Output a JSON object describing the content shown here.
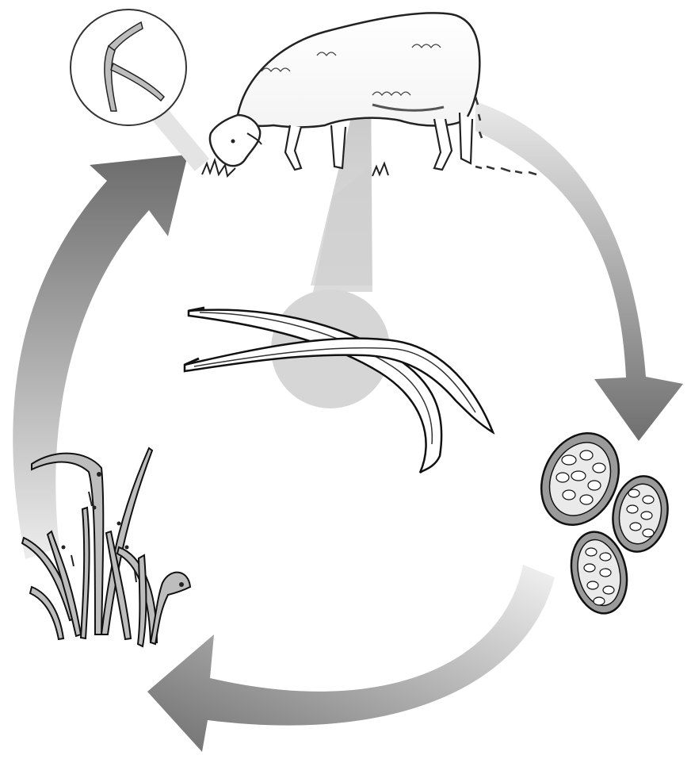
{
  "diagram": {
    "type": "life-cycle",
    "stages": [
      {
        "id": "infective-larva",
        "icon": "larva-magnified-icon"
      },
      {
        "id": "host-grazing",
        "icon": "sheep-icon"
      },
      {
        "id": "adult-worms",
        "icon": "adult-worms-icon"
      },
      {
        "id": "eggs",
        "icon": "eggs-icon"
      },
      {
        "id": "larvae-on-grass",
        "icon": "grass-larvae-icon"
      }
    ],
    "colors": {
      "arrow_dark": "#777777",
      "arrow_light": "#e6e6e6",
      "beam": "#cccccc",
      "egg_fill": "#9a9a9a",
      "outline": "#1a1a1a"
    }
  }
}
